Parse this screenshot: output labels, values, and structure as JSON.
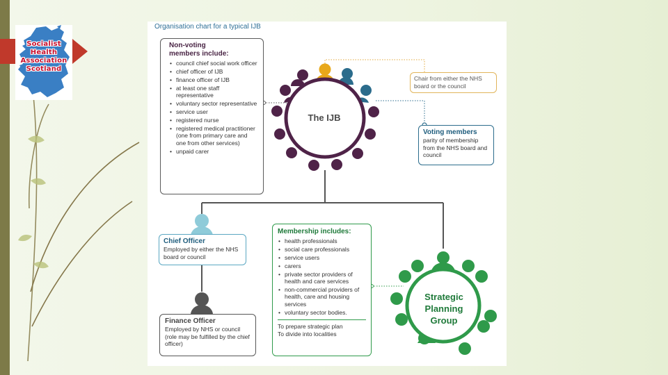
{
  "logo": {
    "lines": [
      "Socialist",
      "Health",
      "Association",
      "Scotland"
    ]
  },
  "panel": {
    "title": "Organisation chart for a typical IJB"
  },
  "non_voting": {
    "title_line1": "Non-voting",
    "title_line2": "members include:",
    "items": [
      "council chief social work officer",
      "chief officer of IJB",
      "finance officer of IJB",
      "at least one staff representative",
      "voluntary sector representative",
      "service user",
      "registered nurse",
      "registered medical practitioner (one from primary care and one from other services)",
      "unpaid carer"
    ]
  },
  "ijb": {
    "label": "The IJB"
  },
  "chair": {
    "text": "Chair from either the NHS board or the council"
  },
  "voting": {
    "title": "Voting members",
    "text": "parity of membership from the NHS board and council"
  },
  "chief_officer": {
    "title": "Chief Officer",
    "text": "Employed by either the NHS board or council"
  },
  "finance_officer": {
    "title": "Finance Officer",
    "text": "Employed by NHS or council (role may be fulfilled by the chief officer)"
  },
  "membership": {
    "title": "Membership includes:",
    "items": [
      "health professionals",
      "social care professionals",
      "service users",
      "carers",
      "private sector providers of health and care services",
      "non-commercial providers of health, care and housing services",
      "voluntary sector bodies."
    ],
    "footer_line1": "To prepare strategic plan",
    "footer_line2": "To divide into localities"
  },
  "spg": {
    "line1": "Strategic",
    "line2": "Planning",
    "line3": "Group"
  },
  "colors": {
    "plum": "#4f2348",
    "chair_yellow": "#e8a81a",
    "voting_blue": "#2b6c8c",
    "chief_blue": "#8fcbd9",
    "finance_grey": "#555555",
    "green": "#2f9a4a",
    "left_bar": "#7d7a48",
    "arrow_red": "#c0392b"
  }
}
